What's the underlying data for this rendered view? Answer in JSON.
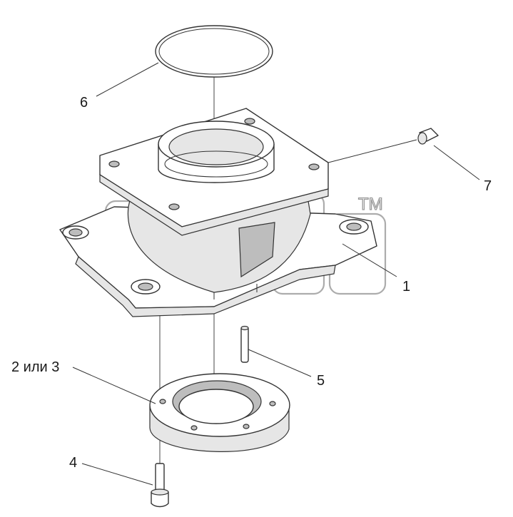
{
  "callouts": {
    "part_1": "1",
    "part_2_or_3": "2 или 3",
    "part_4": "4",
    "part_5": "5",
    "part_6": "6",
    "part_7": "7"
  },
  "watermark": {
    "mark": "TM"
  }
}
